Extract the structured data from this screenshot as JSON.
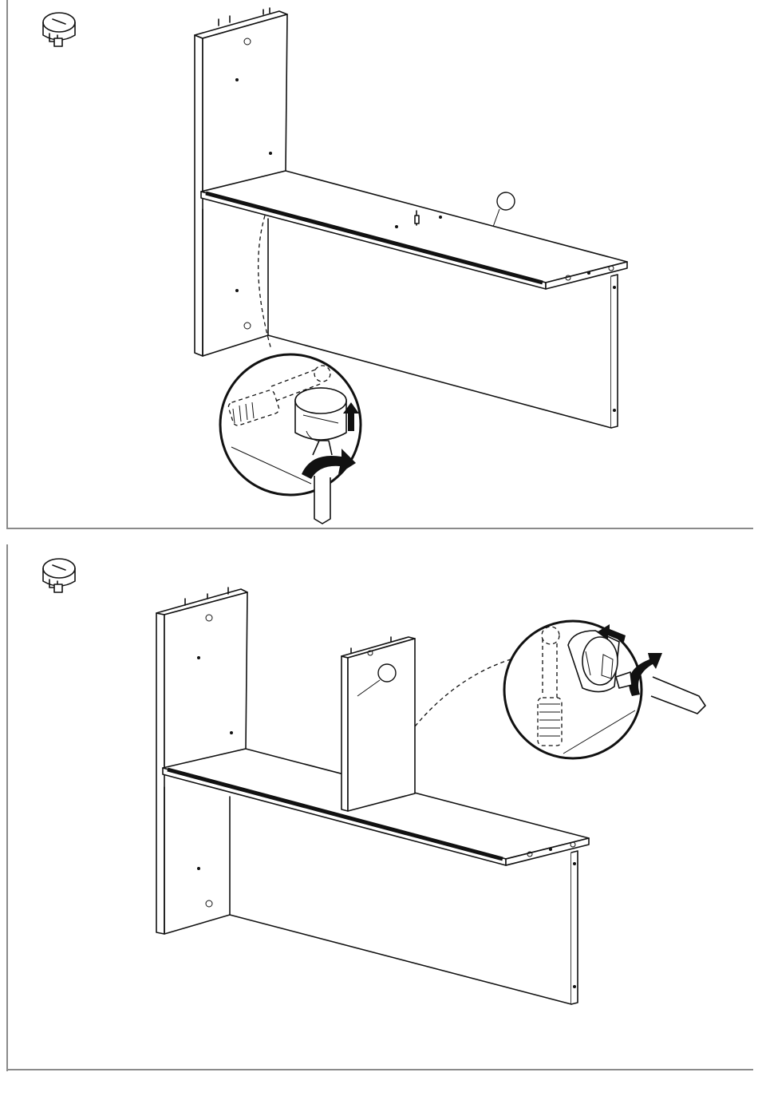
{
  "steps": [
    {
      "id": "step-1",
      "hardware_icon": "cam-lock-icon",
      "callout_label": "",
      "detail_view": "cam-lock-detail",
      "arrows": [
        "up-arrow-icon",
        "rotate-clockwise-arrow-icon"
      ]
    },
    {
      "id": "step-2",
      "hardware_icon": "cam-lock-icon",
      "callout_label": "",
      "detail_view": "cam-lock-detail",
      "arrows": [
        "left-arrow-icon",
        "rotate-clockwise-arrow-icon"
      ]
    }
  ],
  "colors": {
    "frame": "#8a8a8a",
    "ink": "#111111",
    "background": "#ffffff"
  }
}
